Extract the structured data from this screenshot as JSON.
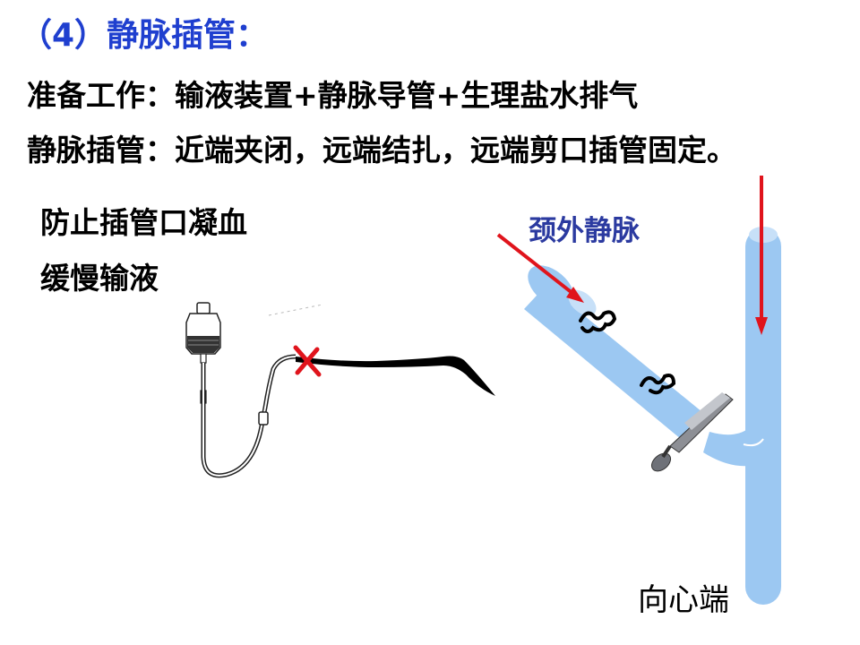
{
  "title": "（4）静脉插管：",
  "lines": {
    "prep": "准备工作：输液装置+静脉导管+生理盐水排气",
    "cannulation": "静脉插管：近端夹闭，远端结扎，远端剪口插管固定。"
  },
  "notes": {
    "prevent_clot": "防止插管口凝血",
    "slow_infusion": "缓慢输液"
  },
  "labels": {
    "jugular_vein": "颈外静脉",
    "toward_heart": "向心端"
  },
  "colors": {
    "title": "#1f3fcf",
    "vein": "#9cc8f2",
    "arrow": "#e0141c",
    "cross_mark": "#e0141c",
    "vein_label": "#2b3aa0"
  },
  "icons": [
    "infusion-bag-icon",
    "hemostat-clamp-icon",
    "ligature-knot-icon",
    "red-x-icon"
  ]
}
